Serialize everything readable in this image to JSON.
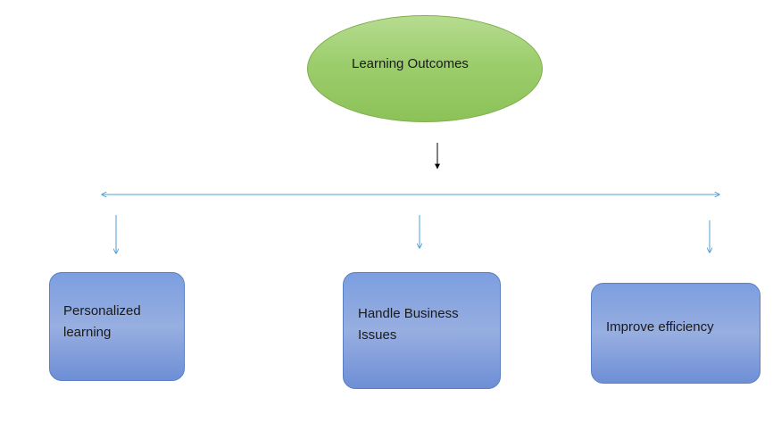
{
  "diagram": {
    "root": {
      "label": "Learning Outcomes"
    },
    "children": [
      {
        "lines": [
          "Personalized",
          "learning"
        ]
      },
      {
        "lines": [
          "Handle Business",
          "Issues"
        ]
      },
      {
        "lines": [
          "Improve efficiency"
        ]
      }
    ],
    "colors": {
      "root_fill": "#9ccd6c",
      "box_fill": "#8aa6e0",
      "connector": "#4f9fd6",
      "root_arrow": "#000000"
    }
  }
}
